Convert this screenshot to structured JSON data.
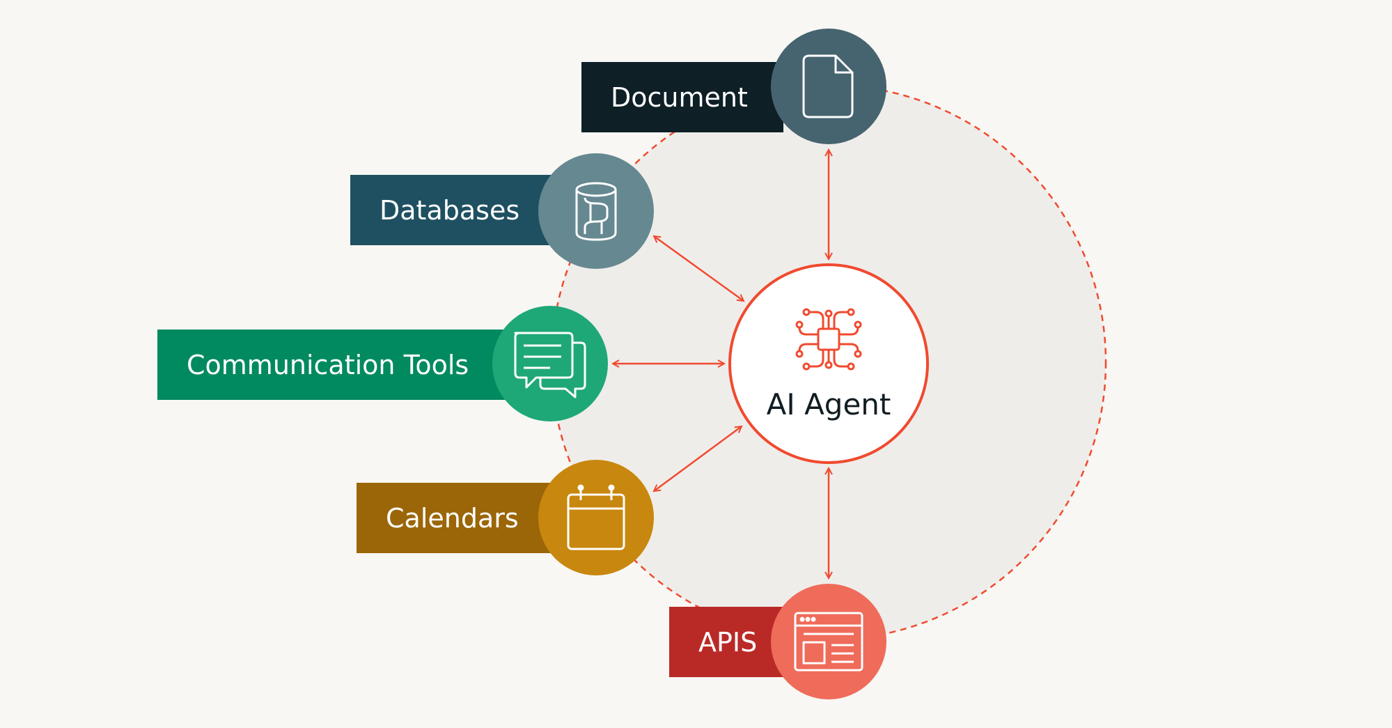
{
  "center": {
    "label": "AI Agent",
    "icon": "ai-chip-icon",
    "accent": "#f04a2f"
  },
  "nodes": [
    {
      "id": "document",
      "label": "Document",
      "icon": "document-icon",
      "label_color": "#0e1f26",
      "circle_color": "#46646f"
    },
    {
      "id": "databases",
      "label": "Databases",
      "icon": "database-icon",
      "label_color": "#1e5061",
      "circle_color": "#668891"
    },
    {
      "id": "communication",
      "label": "Communication Tools",
      "icon": "chat-bubbles-icon",
      "label_color": "#018a5f",
      "circle_color": "#1fa877"
    },
    {
      "id": "calendars",
      "label": "Calendars",
      "icon": "calendar-icon",
      "label_color": "#9b6608",
      "circle_color": "#c8870e"
    },
    {
      "id": "apis",
      "label": "APIS",
      "icon": "browser-window-icon",
      "label_color": "#b92a27",
      "circle_color": "#ef6b5a"
    }
  ],
  "connections": [
    "document",
    "databases",
    "communication",
    "calendars",
    "apis"
  ],
  "colors": {
    "background": "#f8f7f4",
    "halo": "#efedea",
    "connector": "#f04a2f"
  }
}
